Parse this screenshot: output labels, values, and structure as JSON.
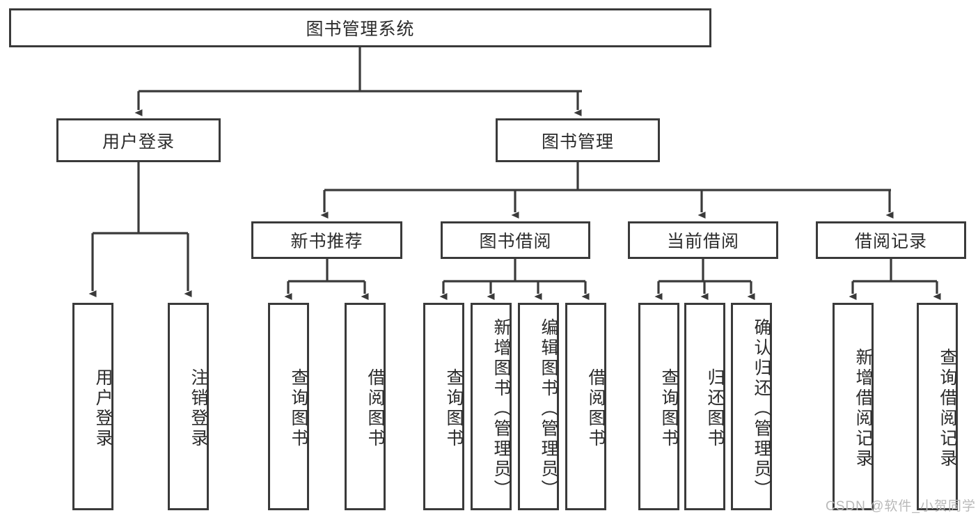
{
  "diagram": {
    "title": "图书管理系统",
    "root": {
      "label": "图书管理系统"
    },
    "level2": [
      {
        "label": "用户登录"
      },
      {
        "label": "图书管理"
      }
    ],
    "level3": [
      {
        "label": "新书推荐"
      },
      {
        "label": "图书借阅"
      },
      {
        "label": "当前借阅"
      },
      {
        "label": "借阅记录"
      }
    ],
    "leaves": {
      "user_login": [
        {
          "label": "用户登录"
        },
        {
          "label": "注销登录"
        }
      ],
      "new_book_recommend": [
        {
          "label": "查询图书"
        },
        {
          "label": "借阅图书"
        }
      ],
      "book_borrow": [
        {
          "label": "查询图书"
        },
        {
          "label": "新增图书（管理员）"
        },
        {
          "label": "编辑图书（管理员）"
        },
        {
          "label": "借阅图书"
        }
      ],
      "current_borrow": [
        {
          "label": "查询图书"
        },
        {
          "label": "归还图书"
        },
        {
          "label": "确认归还（管理员）"
        }
      ],
      "borrow_record": [
        {
          "label": "新增借阅记录"
        },
        {
          "label": "查询借阅记录"
        }
      ]
    }
  },
  "watermark": {
    "text": "CSDN @软件_小贺同学"
  },
  "colors": {
    "node_border": "#3a3a3a",
    "node_fill": "#ffffff",
    "connector": "#3a3a3a",
    "text": "#2b2b2b",
    "watermark": "#b9b9b9",
    "background": "#ffffff"
  }
}
